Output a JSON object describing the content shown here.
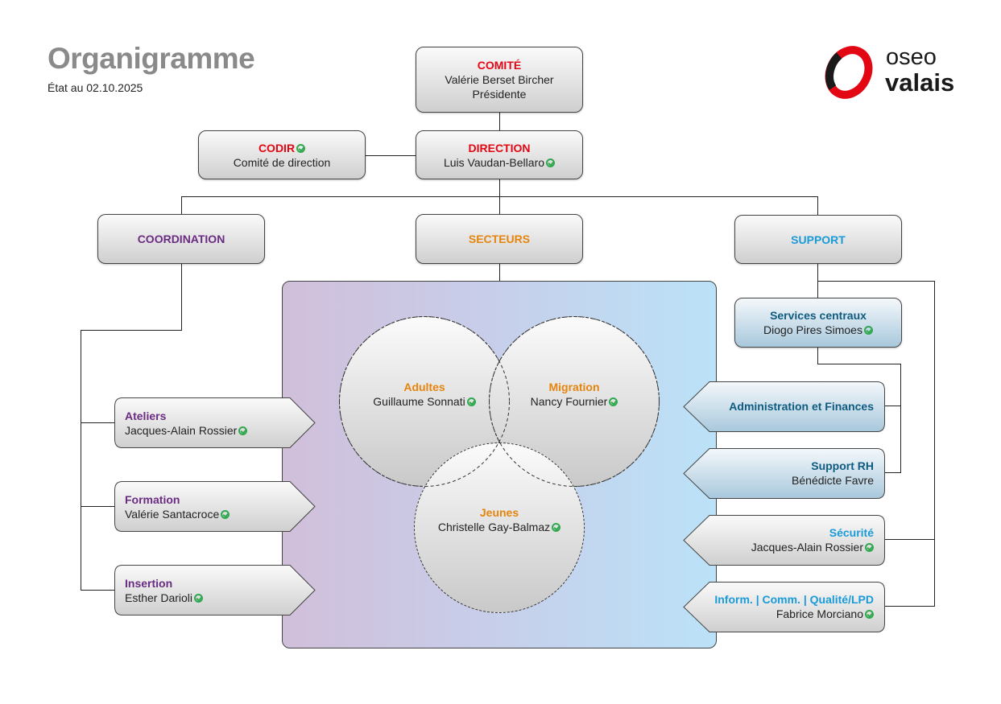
{
  "header": {
    "title": "Organigramme",
    "date": "État au 02.10.2025"
  },
  "logo": {
    "line1": "oseo",
    "line2": "valais",
    "colors": {
      "red": "#e30613",
      "black": "#1a1a1a"
    }
  },
  "colors": {
    "red": "#e30613",
    "purple": "#6a2c82",
    "orange": "#e5850d",
    "cyan": "#1a9bd7",
    "teal": "#0f5c80",
    "check": "#2fa84f"
  },
  "comite": {
    "title": "COMITÉ",
    "name": "Valérie Berset Bircher",
    "role": "Présidente"
  },
  "direction": {
    "title": "DIRECTION",
    "name": "Luis Vaudan-Bellaro",
    "checked": true
  },
  "codir": {
    "title": "CODIR",
    "subtitle": "Comité de direction",
    "checked": true
  },
  "branches": {
    "coordination": "COORDINATION",
    "secteurs": "SECTEURS",
    "support": "SUPPORT"
  },
  "coordination_units": [
    {
      "title": "Ateliers",
      "name": "Jacques-Alain Rossier",
      "checked": true
    },
    {
      "title": "Formation",
      "name": "Valérie Santacroce",
      "checked": true
    },
    {
      "title": "Insertion",
      "name": "Esther Darioli",
      "checked": true
    }
  ],
  "sectors": [
    {
      "title": "Adultes",
      "name": "Guillaume Sonnati",
      "checked": true
    },
    {
      "title": "Migration",
      "name": "Nancy Fournier",
      "checked": true
    },
    {
      "title": "Jeunes",
      "name": "Christelle Gay-Balmaz",
      "checked": true
    }
  ],
  "support_units": {
    "services_centraux": {
      "title": "Services centraux",
      "name": "Diogo Pires Simoes",
      "checked": true
    },
    "admin_finances": {
      "title": "Administration et Finances"
    },
    "support_rh": {
      "title": "Support RH",
      "name": "Bénédicte Favre",
      "checked": false
    },
    "securite": {
      "title": "Sécurité",
      "name": "Jacques-Alain Rossier",
      "checked": true
    },
    "information": {
      "title": "Inform. | Comm. | Qualité/LPD",
      "name": "Fabrice Morciano",
      "checked": true
    }
  }
}
